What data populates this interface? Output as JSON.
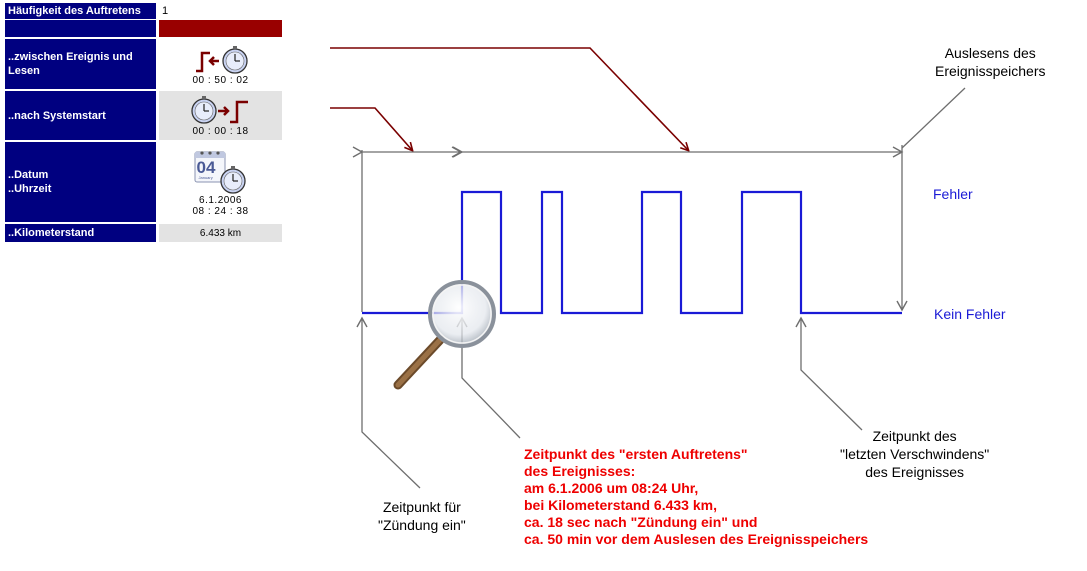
{
  "table": {
    "rows": [
      {
        "label_lines": [
          "Häufigkeit des Auftretens"
        ],
        "value": "1"
      },
      {
        "label_lines": [
          ""
        ],
        "value": ""
      },
      {
        "label_lines": [
          "..zwischen Ereignis und",
          "Lesen"
        ],
        "value": "00 : 50 : 02",
        "icon": "event-to-clock-icon"
      },
      {
        "label_lines": [
          "..nach Systemstart"
        ],
        "value": "00 : 00 : 18",
        "icon": "clock-to-event-icon"
      },
      {
        "label_lines": [
          "..Datum",
          "..Uhrzeit"
        ],
        "value_lines": [
          "6.1.2006",
          "08 : 24 : 38"
        ],
        "calendar_day": "04",
        "calendar_month": "January",
        "icon": "calendar-clock-icon"
      },
      {
        "label_lines": [
          "..Kilometerstand"
        ],
        "value": "6.433 km"
      }
    ]
  },
  "diagram": {
    "reading_label": [
      "Auslesens des",
      "Ereignisspeichers"
    ],
    "state_high": "Fehler",
    "state_low": "Kein Fehler",
    "ignition_label": [
      "Zeitpunkt für",
      "\"Zündung ein\""
    ],
    "last_disappear_label": [
      "Zeitpunkt des",
      "\"letzten Verschwindens\"",
      "des Ereignisses"
    ],
    "first_occurrence_label": [
      "Zeitpunkt des \"ersten Auftretens\"",
      "des Ereignisses:",
      "am 6.1.2006 um 08:24 Uhr,",
      "bei Kilometerstand 6.433 km,",
      "ca. 18 sec nach \"Zündung ein\" und",
      "ca. 50 min vor dem Auslesen des Ereignisspeichers"
    ],
    "colors": {
      "signal": "#1a1ad6",
      "arrow": "#7a0000",
      "pointer": "#6e6e6e",
      "highlight": "#ee0000"
    }
  },
  "icons": [
    "magnifier-icon",
    "stopwatch-icon",
    "calendar-icon"
  ]
}
